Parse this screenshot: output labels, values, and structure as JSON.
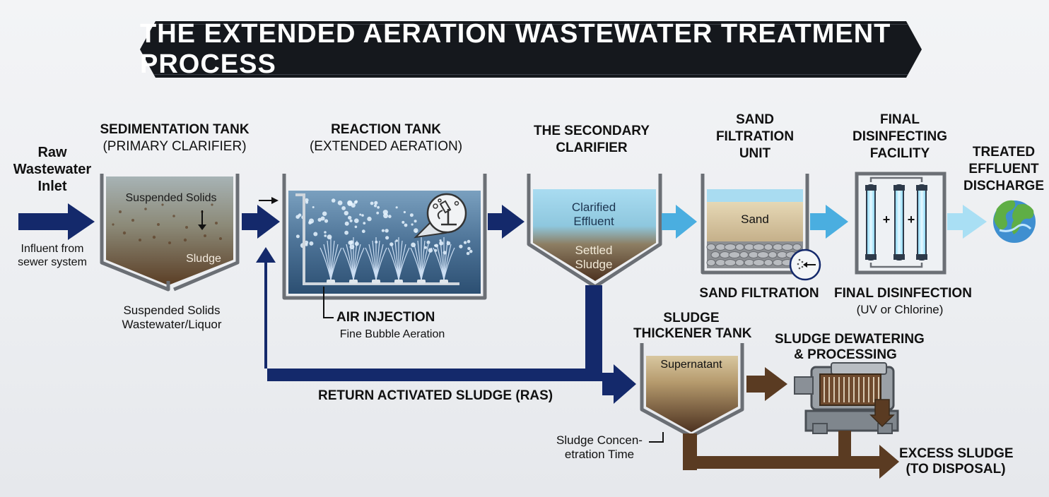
{
  "title": "THE EXTENDED AERATION WASTEWATER TREATMENT PROCESS",
  "inlet": {
    "heading_lines": [
      "Raw",
      "Wastewater",
      "Inlet"
    ],
    "note_lines": [
      "Influent from",
      "sewer system"
    ]
  },
  "sedimentation": {
    "heading": "SEDIMENTATION TANK",
    "subheading": "(PRIMARY CLARIFIER)",
    "label_top": "Suspended Solids",
    "label_bottom": "Sludge",
    "caption_lines": [
      "Suspended Solids",
      "Wastewater/Liquor"
    ]
  },
  "reaction": {
    "heading": "REACTION TANK",
    "subheading": "(EXTENDED AERATION)",
    "air_heading": "AIR INJECTION",
    "air_sub": "Fine Bubble Aeration"
  },
  "secondary": {
    "heading_lines": [
      "THE SECONDARY",
      "CLARIFIER"
    ],
    "label_top_lines": [
      "Clarified",
      "Effluent"
    ],
    "label_bottom_lines": [
      "Settled",
      "Sludge"
    ]
  },
  "sand": {
    "heading_lines": [
      "SAND",
      "FILTRATION",
      "UNIT"
    ],
    "label": "Sand",
    "caption": "SAND FILTRATION"
  },
  "disinfection": {
    "heading_lines": [
      "FINAL",
      "DISINFECTING",
      "FACILITY"
    ],
    "caption": "FINAL DISINFECTION",
    "caption_sub": "(UV or Chlorine)",
    "plus_sign": "+"
  },
  "effluent": {
    "heading_lines": [
      "TREATED",
      "EFFLUENT",
      "DISCHARGE"
    ]
  },
  "thickener": {
    "heading_lines": [
      "SLUDGE",
      "THICKENER TANK"
    ],
    "label": "Supernatant",
    "note_lines": [
      "Sludge Concen-",
      "etration Time"
    ]
  },
  "dewatering": {
    "heading_lines": [
      "SLUDGE DEWATERING",
      "& PROCESSING"
    ]
  },
  "excess": {
    "heading_lines": [
      "EXCESS SLUDGE",
      "(TO DISPOSAL)"
    ]
  },
  "ras": {
    "label": "RETURN ACTIVATED SLUDGE (RAS)"
  },
  "colors": {
    "navy": "#14296b",
    "water_blue": "#4aaee0",
    "light_blue": "#8fd3f0",
    "sludge_brown": "#5a3b22",
    "tank_gray": "#6b6f75"
  },
  "icons": [
    "microscope-icon",
    "earth-globe-icon",
    "filter-nozzle-icon",
    "uv-lamp-icon"
  ]
}
